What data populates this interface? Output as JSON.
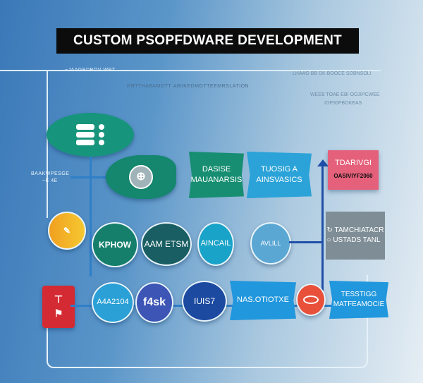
{
  "title": "CUSTOM PSOPFDWARE DEVELOPMENT",
  "header_texts": [
    "~JAAGEDBOV  WRT",
    "ИЯTTНАВАMGTТ AWIKEDMGTTEЕМRSLATION",
    "LHAAG BB DK BOOCE SOBNSOLI",
    "WEEB TOAE EBI  OOJIPCWEE",
    "IOP30PBOKEAS"
  ],
  "side_label": {
    "line1": "BAAKWPESGE",
    "line2": "~E 4E"
  },
  "row1": [
    {
      "line1": "DASISE",
      "line2": "MAUANARSIS"
    },
    {
      "line1": "TUOSIG A",
      "line2": "AINSVASICS"
    },
    {
      "line1": "TDARIVGI",
      "line2": "OASIVIYF2060"
    }
  ],
  "row2": [
    "KPHOW",
    "AAM ETSM",
    "AINCAIL",
    "AVLILL"
  ],
  "row2_box": {
    "line1": "TAMCHIATACR",
    "line2": "USTADS TANL"
  },
  "row3": [
    "A4A2104",
    "f4sk",
    "IUIS7",
    "NAS.OTIOTXE"
  ],
  "row3_flag": {
    "line1": "TESSTIGG",
    "line2": "MATFEAMOCIE"
  },
  "colors": {
    "green": "#16957a",
    "teal": "#1aa3c8",
    "pink": "#e5607a",
    "navy": "#1f4fa8",
    "red": "#d42a34"
  }
}
